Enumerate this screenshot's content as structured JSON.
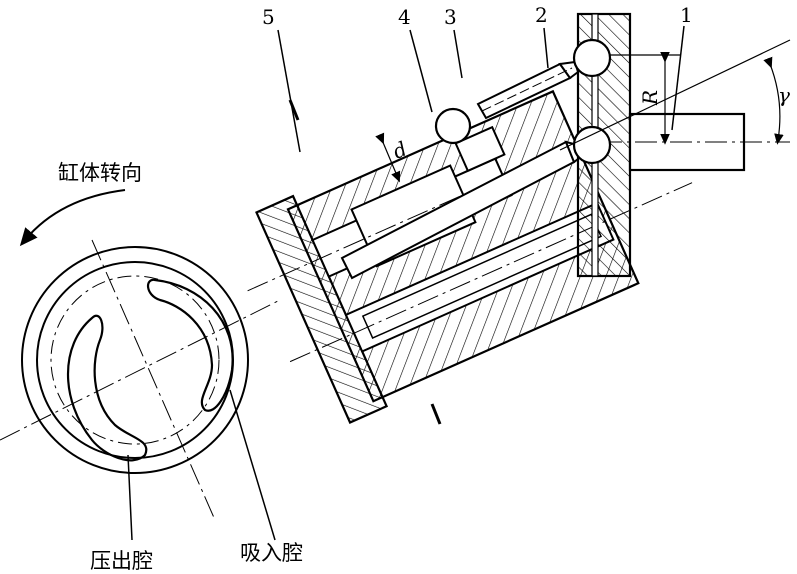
{
  "labels": {
    "part1": "1",
    "part2": "2",
    "part3": "3",
    "part4": "4",
    "part5": "5",
    "radius": "R",
    "piston_dia": "d",
    "angle": "γ",
    "section_top": "I",
    "section_bottom": "I",
    "rotation": "缸体转向",
    "discharge": "压出腔",
    "suction": "吸入腔"
  }
}
